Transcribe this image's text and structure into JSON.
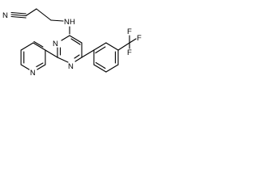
{
  "molecule": {
    "atoms": {
      "nitrile_n": "N",
      "amine_n": "N",
      "amine_h": "H",
      "pyrimidine_n1": "N",
      "pyrimidine_n3": "N",
      "pyridine_n": "N",
      "fluorine_top": "F",
      "fluorine_right": "F",
      "fluorine_bottom": "F"
    }
  }
}
